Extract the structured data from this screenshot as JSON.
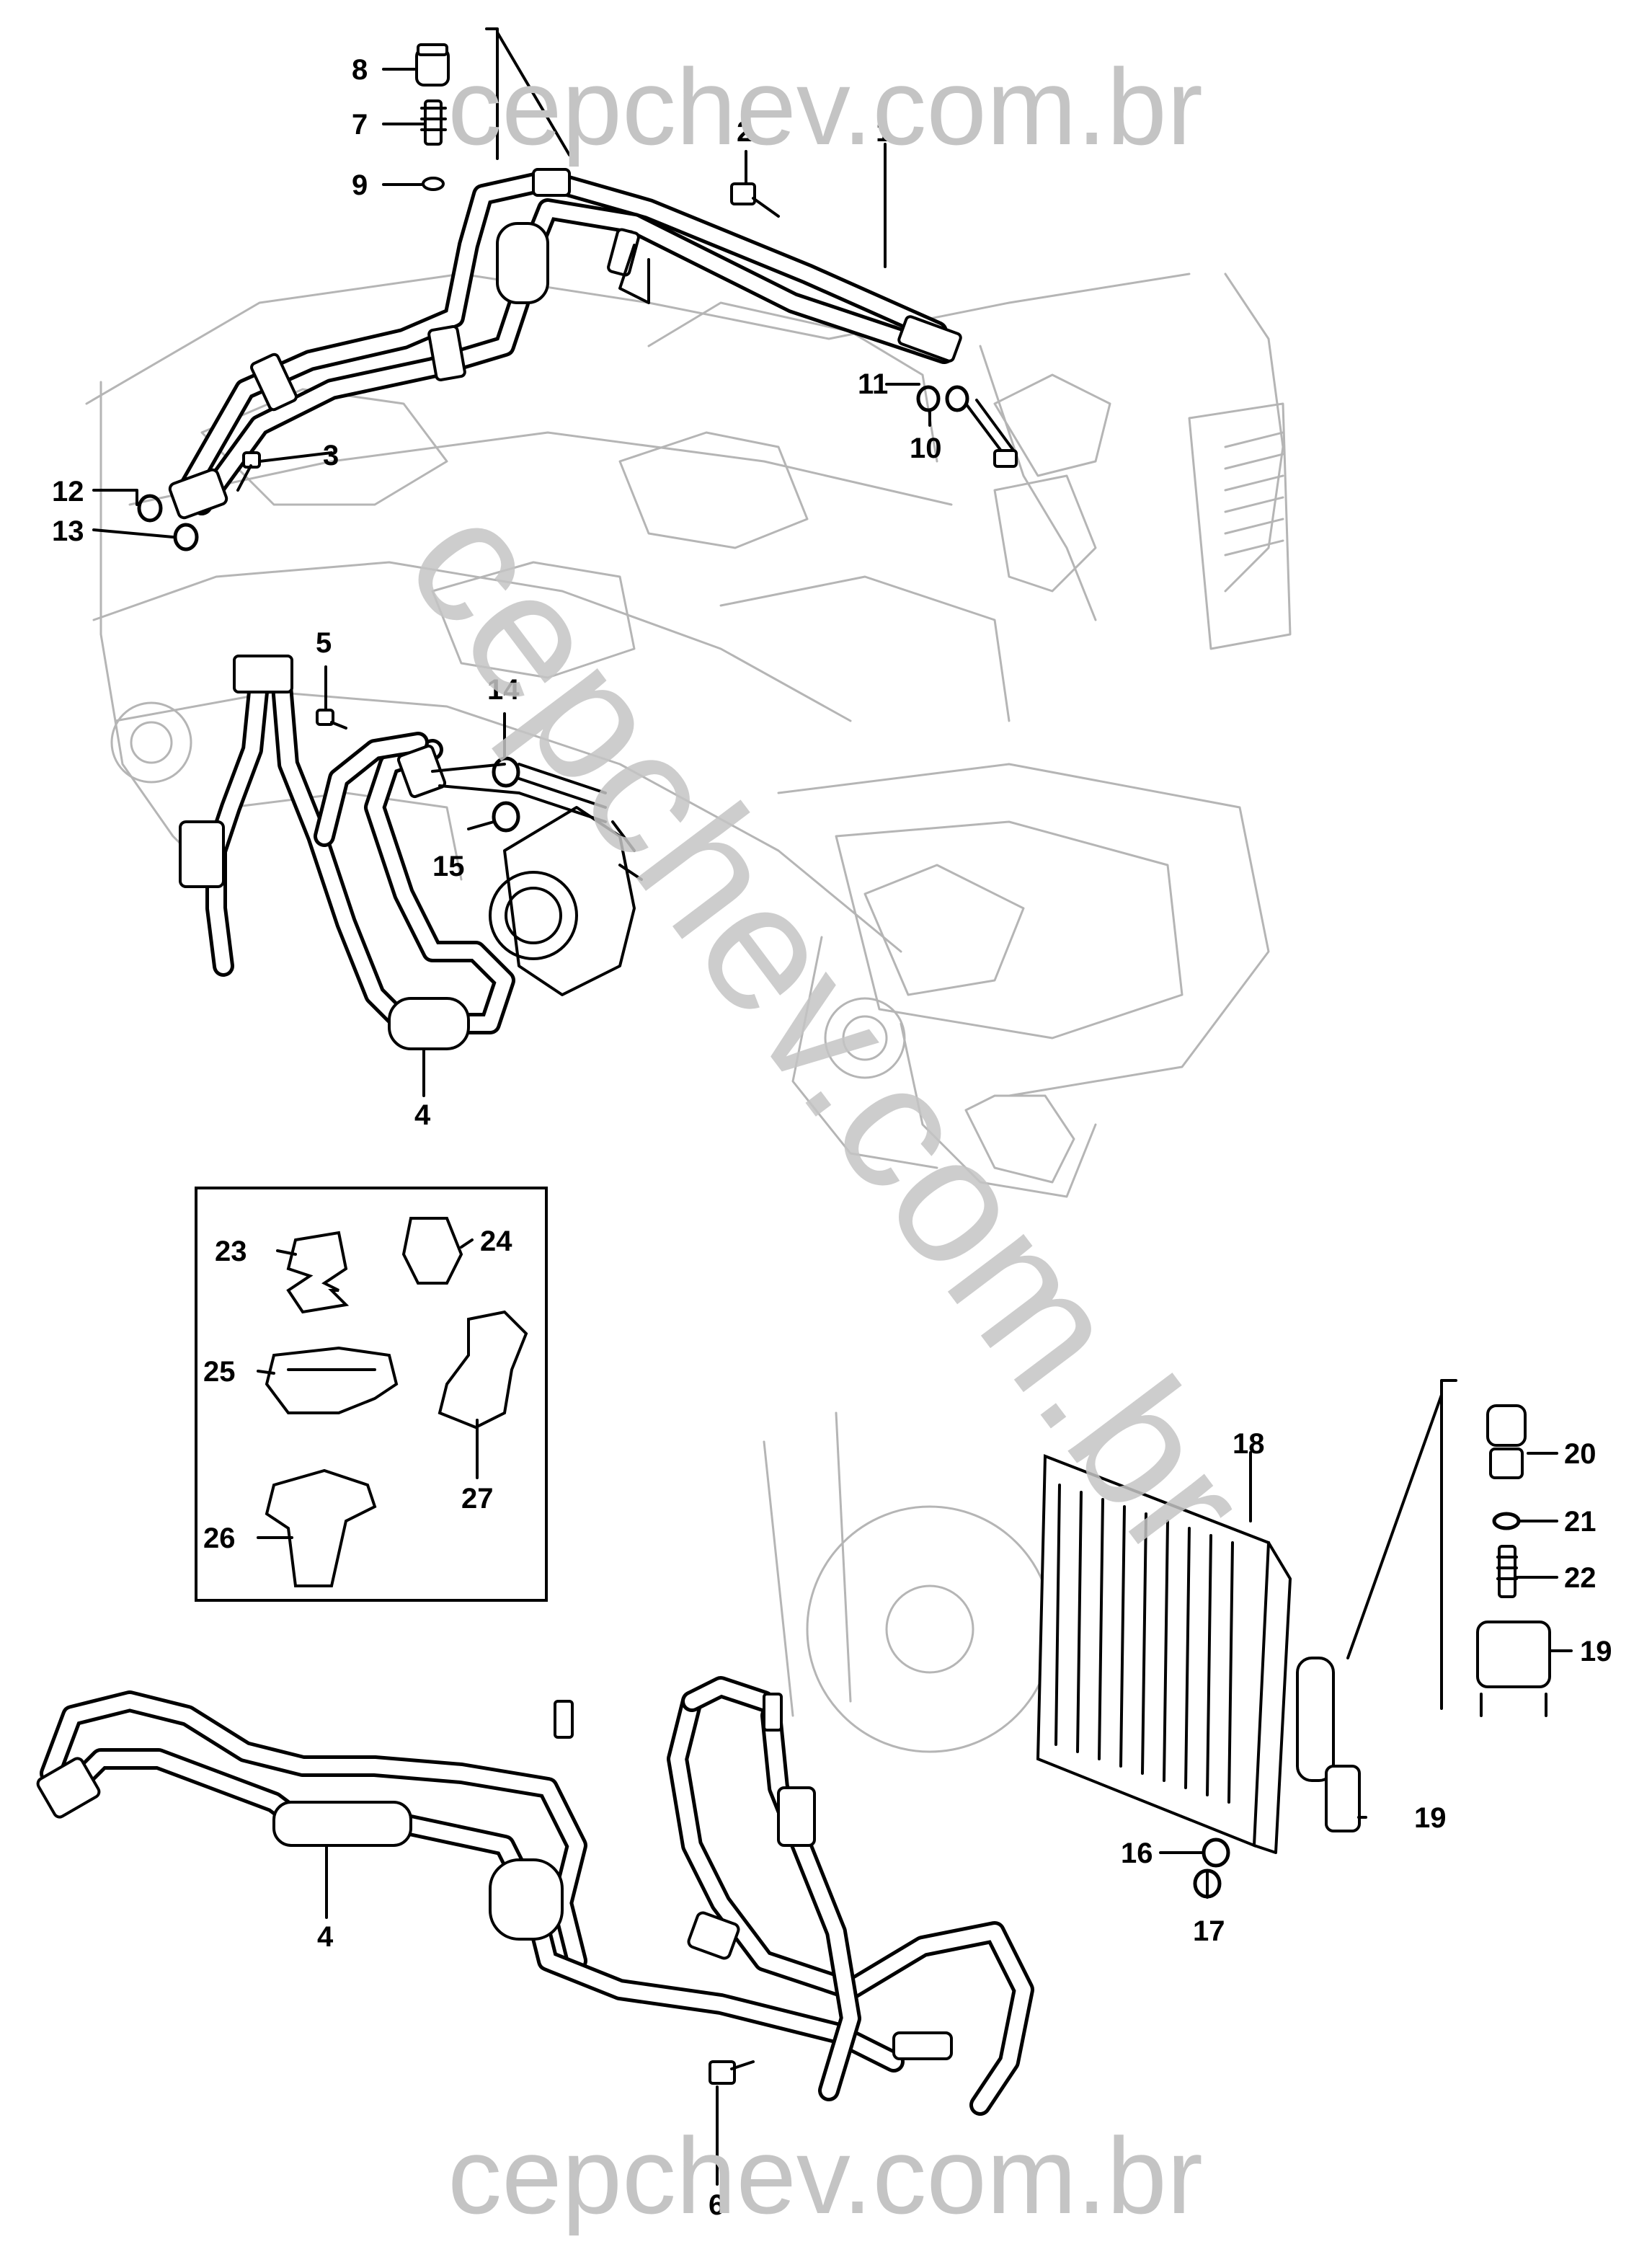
{
  "watermark": {
    "top": "cepchev.com.br",
    "bottom": "cepchev.com.br",
    "diagonal": "cepchev.com.br"
  },
  "callouts": {
    "c1": "1",
    "c2": "2",
    "c3": "3",
    "c4a": "4",
    "c4b": "4",
    "c5": "5",
    "c6": "6",
    "c7": "7",
    "c8": "8",
    "c9": "9",
    "c10": "10",
    "c11": "11",
    "c12": "12",
    "c13": "13",
    "c14": "14",
    "c15": "15",
    "c16": "16",
    "c17": "17",
    "c18": "18",
    "c19a": "19",
    "c19b": "19",
    "c20": "20",
    "c21": "21",
    "c22": "22",
    "c23": "23",
    "c24": "24",
    "c25": "25",
    "c26": "26",
    "c27": "27"
  },
  "colors": {
    "line": "#000000",
    "background_art": "#b5b5b5",
    "watermark": "#c4c4c4"
  }
}
